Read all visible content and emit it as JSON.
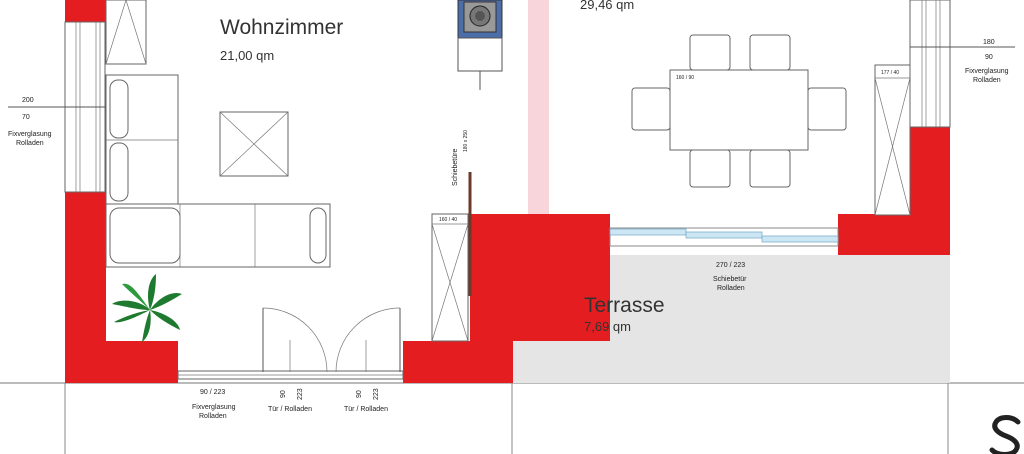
{
  "rooms": {
    "wohnzimmer": {
      "name": "Wohnzimmer",
      "area": "21,00 qm"
    },
    "essen": {
      "area": "29,46 qm"
    },
    "terrasse": {
      "name": "Terrasse",
      "area": "7,69 qm"
    }
  },
  "labels": {
    "left_window": {
      "width": "200",
      "height": "70",
      "type_line1": "Fixverglasung",
      "type_line2": "Rolladen"
    },
    "right_window": {
      "width": "180",
      "height": "90",
      "type_line1": "Fixverglasung",
      "type_line2": "Rolladen"
    },
    "bottom_fixed": {
      "size": "90 / 223",
      "type_line1": "Fixverglasung",
      "type_line2": "Rolladen"
    },
    "door_1": {
      "width": "90",
      "height": "223",
      "type": "Tür / Rolladen"
    },
    "door_2": {
      "width": "90",
      "height": "223",
      "type": "Tür / Rolladen"
    },
    "sliding_door_terrace": {
      "size": "270 / 223",
      "type_line1": "Schiebetür",
      "type_line2": "Rolladen"
    },
    "sliding_door_inner": {
      "type": "Schiebetüre",
      "size": "180 x 250"
    },
    "cabinet_160": "160 / 40",
    "cabinet_177": "177 / 40",
    "table": "160 / 90"
  },
  "colors": {
    "wall": "#e41e20",
    "terrace": "#e5e5e5",
    "glass": "#cde6f3",
    "plant": "#1e7a2e",
    "pink": "#f7d5da"
  },
  "logo": {
    "icon": "logo-s-icon"
  }
}
